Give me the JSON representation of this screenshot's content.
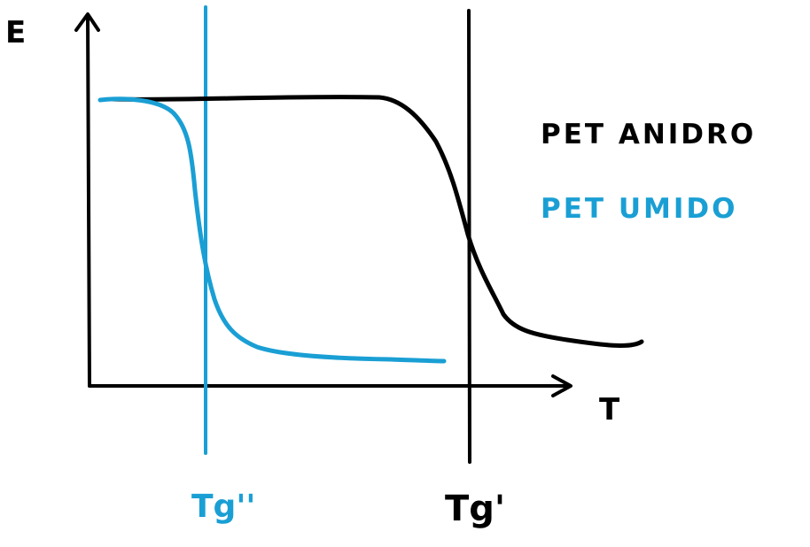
{
  "y_axis_label": "E",
  "x_axis_label": "T",
  "legend": [
    {
      "text": "PET ANIDRO",
      "color": "#000000"
    },
    {
      "text": "PET UMIDO",
      "color": "#1a9fd4"
    }
  ],
  "markers": {
    "tg_wet": "Tg''",
    "tg_dry": "Tg'"
  },
  "colors": {
    "dry": "#000000",
    "wet": "#1a9fd4"
  }
}
